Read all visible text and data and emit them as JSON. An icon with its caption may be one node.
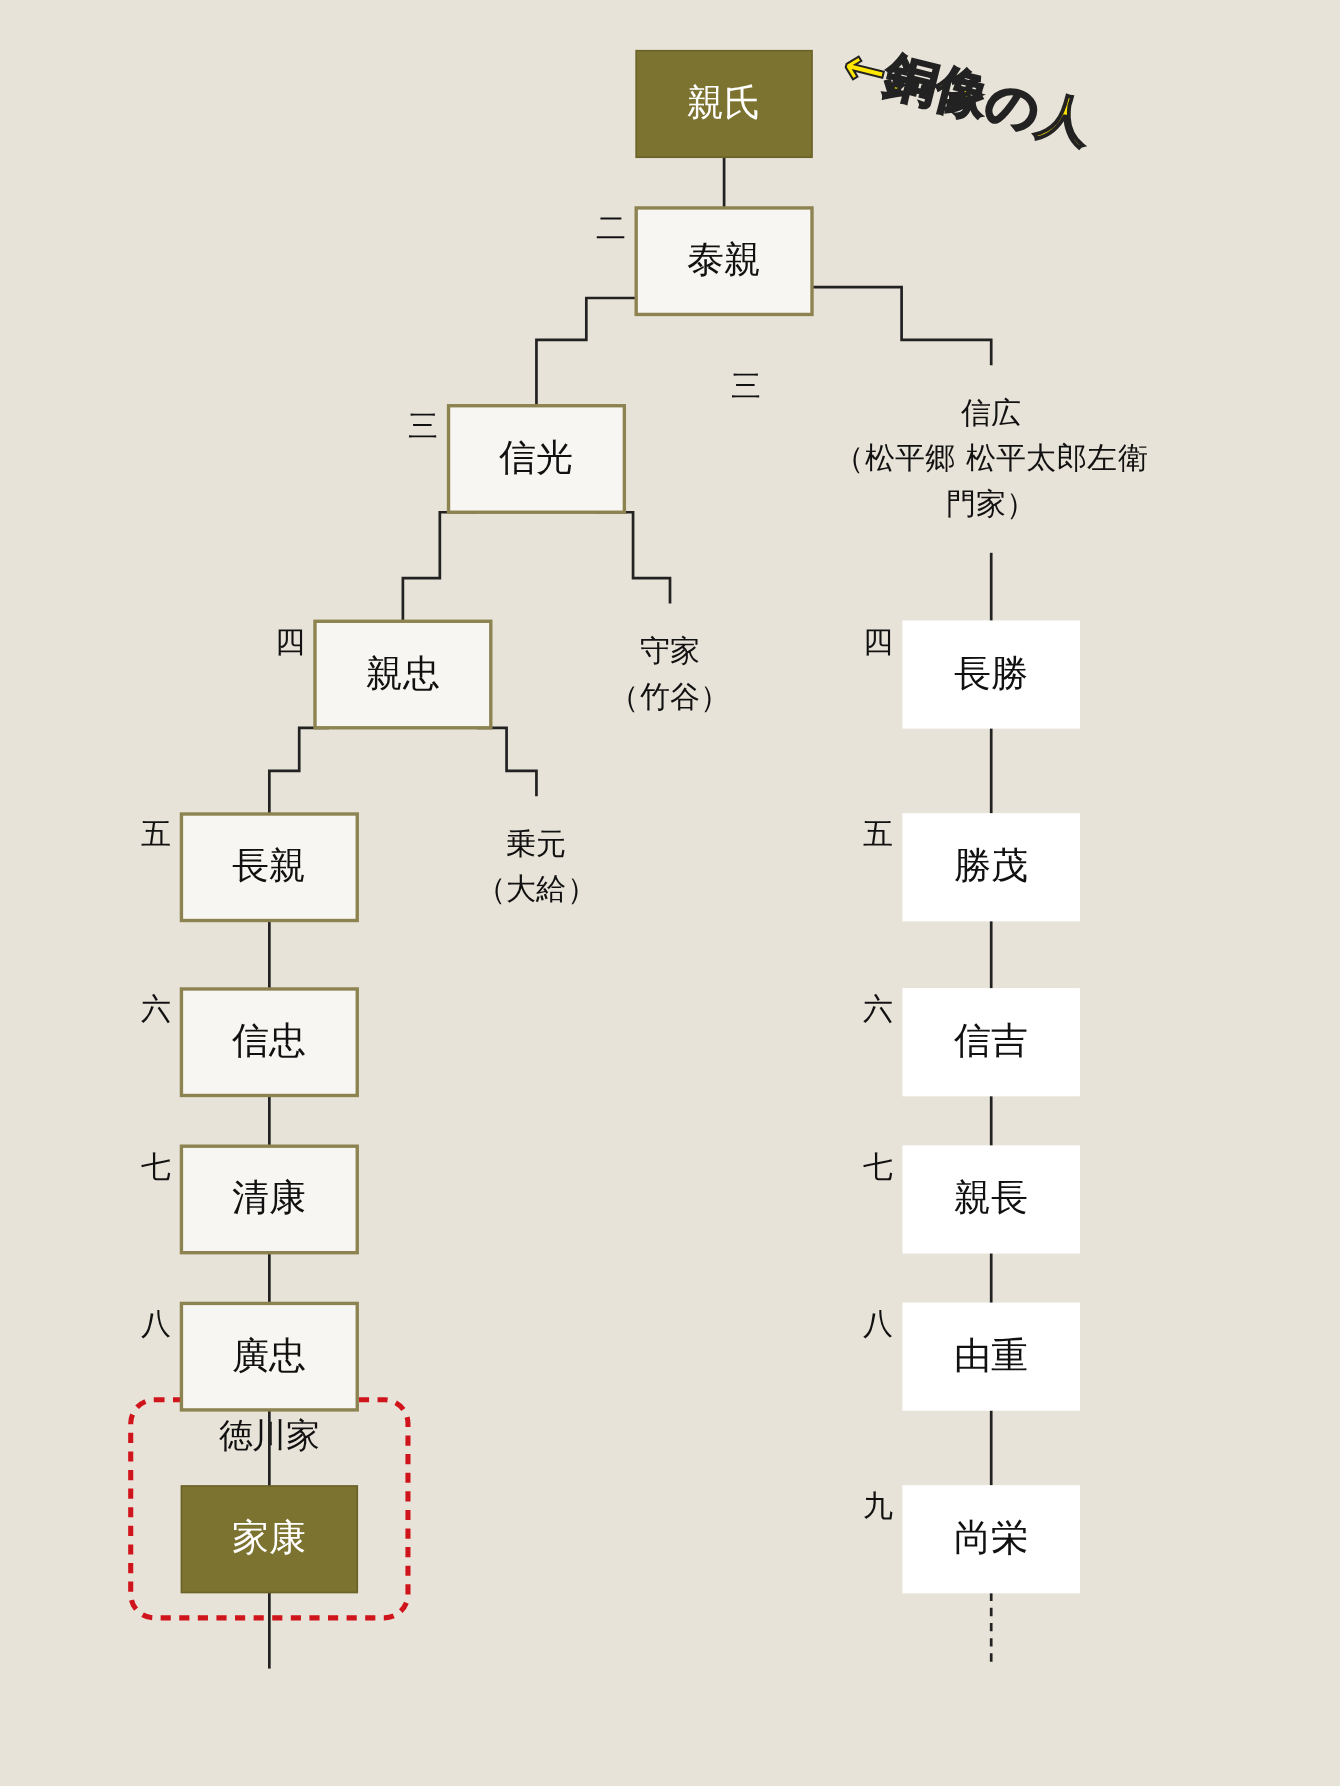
{
  "diagram": {
    "nodes": [
      {
        "text": [
          "親氏"
        ]
      },
      {
        "text": [
          "泰親"
        ],
        "beside": [
          "二"
        ]
      },
      {
        "text": [
          "信光"
        ],
        "beside": [
          "三"
        ]
      },
      {
        "text": [
          "信広",
          "（松平郷 松平太郎左衛門家）"
        ],
        "beside": [
          "三"
        ]
      },
      {
        "text": [
          "親忠"
        ],
        "beside": [
          "四"
        ]
      },
      {
        "text": [
          "守家",
          "（竹谷）"
        ]
      },
      {
        "text": [
          "長勝"
        ],
        "beside": [
          "四"
        ]
      },
      {
        "text": [
          "長親"
        ],
        "beside": [
          "五"
        ]
      },
      {
        "text": [
          "乗元",
          "（大給）"
        ]
      },
      {
        "text": [
          "勝茂"
        ],
        "beside": [
          "五"
        ]
      },
      {
        "text": [
          "信忠"
        ],
        "beside": [
          "六"
        ]
      },
      {
        "text": [
          "信吉"
        ],
        "beside": [
          "六"
        ]
      },
      {
        "text": [
          "清康"
        ],
        "beside": [
          "七"
        ]
      },
      {
        "text": [
          "親長"
        ],
        "beside": [
          "七"
        ]
      },
      {
        "text": [
          "廣忠"
        ],
        "beside": [
          "八"
        ]
      },
      {
        "text": [
          "由重"
        ],
        "beside": [
          "八"
        ]
      },
      {
        "text": [
          "徳川家"
        ]
      },
      {
        "text": [
          "家康"
        ],
        "in": 16
      },
      {
        "text": [
          "尚栄"
        ],
        "beside": [
          "九"
        ]
      }
    ],
    "edges": [
      {
        "from": 0,
        "to": 1,
        "arrow": "none"
      },
      {
        "from": 1,
        "to": 2,
        "arrow": "none"
      },
      {
        "from": 1,
        "to": 3,
        "arrow": "none"
      },
      {
        "from": 2,
        "to": 4,
        "arrow": "none"
      },
      {
        "from": 2,
        "to": 5,
        "arrow": "none"
      },
      {
        "from": 3,
        "to": 6,
        "arrow": "none"
      },
      {
        "from": 4,
        "to": 7,
        "arrow": "none"
      },
      {
        "from": 4,
        "to": 8,
        "arrow": "none"
      },
      {
        "from": 6,
        "to": 9,
        "arrow": "none"
      },
      {
        "from": 7,
        "to": 10,
        "arrow": "none"
      },
      {
        "from": 9,
        "to": 11,
        "arrow": "none"
      },
      {
        "from": 10,
        "to": 12,
        "arrow": "none"
      },
      {
        "from": 11,
        "to": 13,
        "arrow": "none"
      },
      {
        "from": 12,
        "to": 14,
        "arrow": "none"
      },
      {
        "from": 13,
        "to": 15,
        "arrow": "none"
      },
      {
        "from": 14,
        "to": 17,
        "arrow": "none"
      },
      {
        "from": 15,
        "to": 18,
        "arrow": "none"
      },
      {
        "from": 17,
        "to": null,
        "arrow": "none"
      },
      {
        "from": 18,
        "to": null,
        "arrow": "none",
        "style": "dashed"
      }
    ],
    "labels": [
      "←銅像の人"
    ]
  }
}
